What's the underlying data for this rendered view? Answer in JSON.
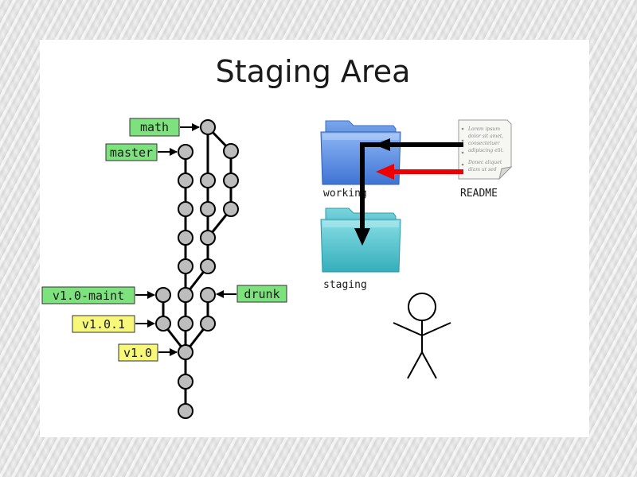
{
  "slide": {
    "title": "Staging Area"
  },
  "branch_labels": {
    "math": "math",
    "master": "master",
    "maint": "v1.0-maint",
    "v101": "v1.0.1",
    "v10": "v1.0",
    "drunk": "drunk"
  },
  "files": {
    "working": "working",
    "staging": "staging",
    "readme": "README",
    "readme_lines": [
      "Lorem ipsum",
      "dolor sit amet,",
      "consectetuer",
      "adipiscing elit.",
      "Donec aliquet",
      "diam ut sed"
    ]
  },
  "colors": {
    "branch_tag": "#7de27d",
    "version_tag": "#f7f77a",
    "commit_fill": "#bdbdbd",
    "folder_blue": "#5b8fe0",
    "folder_teal": "#4fc4cf",
    "arrow_black": "#000000",
    "arrow_red": "#ee0000"
  },
  "icons": [
    "working-folder-icon",
    "staging-folder-icon",
    "readme-document-icon",
    "stick-figure-icon"
  ]
}
